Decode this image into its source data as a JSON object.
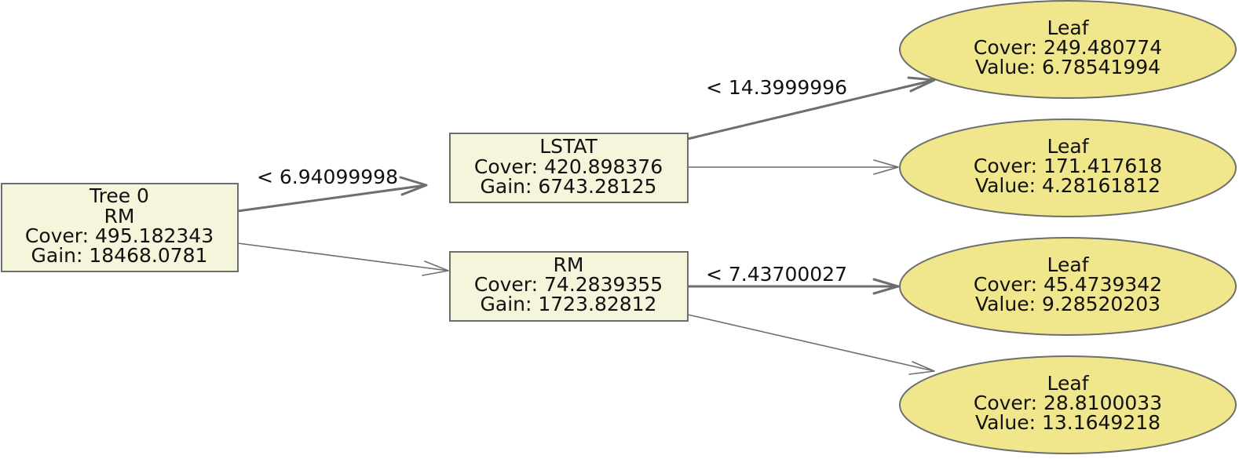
{
  "nodes": {
    "root": {
      "lines": [
        "Tree 0",
        "RM",
        "Cover: 495.182343",
        "Gain: 18468.0781"
      ],
      "fill": "#f5f5dc"
    },
    "lstat": {
      "lines": [
        "LSTAT",
        "Cover: 420.898376",
        "Gain: 6743.28125"
      ],
      "fill": "#f5f5dc"
    },
    "rm": {
      "lines": [
        "RM",
        "Cover: 74.2839355",
        "Gain: 1723.82812"
      ],
      "fill": "#f5f5dc"
    },
    "leaf1": {
      "lines": [
        "Leaf",
        "Cover: 249.480774",
        "Value: 6.78541994"
      ],
      "fill": "#f0e68c"
    },
    "leaf2": {
      "lines": [
        "Leaf",
        "Cover: 171.417618",
        "Value: 4.28161812"
      ],
      "fill": "#f0e68c"
    },
    "leaf3": {
      "lines": [
        "Leaf",
        "Cover: 45.4739342",
        "Value: 9.28520203"
      ],
      "fill": "#f0e68c"
    },
    "leaf4": {
      "lines": [
        "Leaf",
        "Cover: 28.8100033",
        "Value: 13.1649218"
      ],
      "fill": "#f0e68c"
    }
  },
  "edges": {
    "root_to_lstat": {
      "label": "< 6.94099998"
    },
    "root_to_rm": {
      "label": ""
    },
    "lstat_to_leaf1": {
      "label": "< 14.3999996"
    },
    "lstat_to_leaf2": {
      "label": ""
    },
    "rm_to_leaf3": {
      "label": "< 7.43700027"
    },
    "rm_to_leaf4": {
      "label": ""
    }
  },
  "colors": {
    "edge": "#6e6e6e",
    "node_border": "#6e6e6e",
    "text": "#111111"
  }
}
